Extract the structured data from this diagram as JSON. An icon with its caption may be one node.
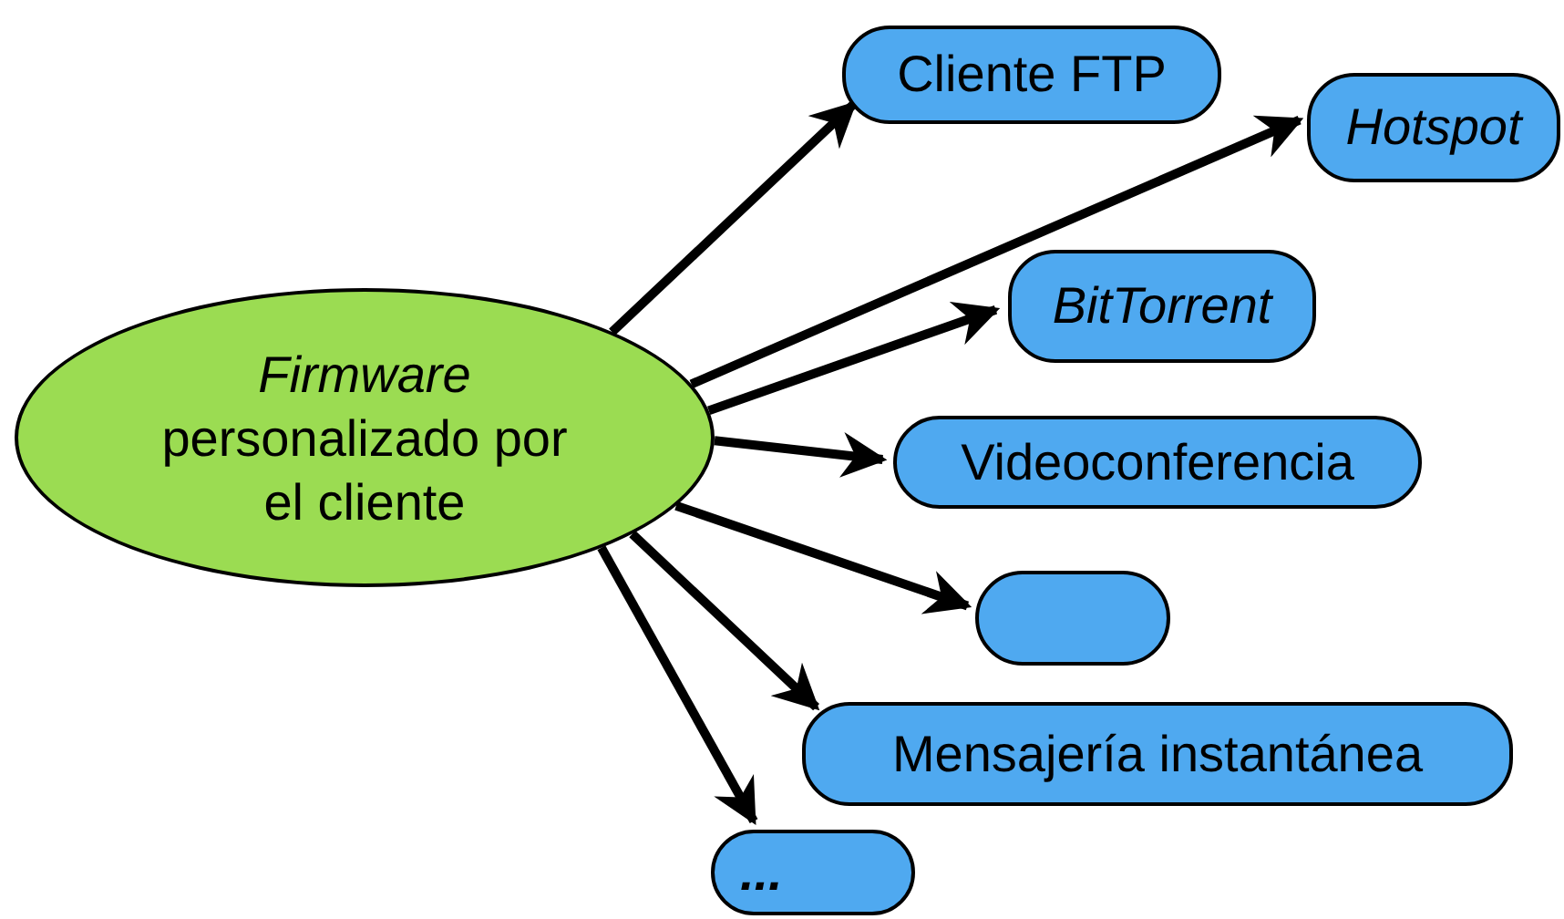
{
  "diagram": {
    "nodes": [
      {
        "text": [
          "*Firmware* personalizado por el cliente"
        ]
      },
      {
        "text": [
          "Cliente FTP"
        ]
      },
      {
        "text": [
          "Hotspot"
        ]
      },
      {
        "text": [
          "BitTorrent"
        ]
      },
      {
        "text": [
          "Videoconferencia"
        ]
      },
      {
        "text": [],
        "shape": "box"
      },
      {
        "text": [
          "Mensajería instantánea"
        ]
      },
      {
        "text": [
          "..."
        ]
      }
    ],
    "edges": [
      {
        "from": 0,
        "to": 1,
        "arrow": "to"
      },
      {
        "from": 0,
        "to": 2,
        "arrow": "to"
      },
      {
        "from": 0,
        "to": 3,
        "arrow": "to"
      },
      {
        "from": 0,
        "to": 4,
        "arrow": "to"
      },
      {
        "from": 0,
        "to": 5,
        "arrow": "to"
      },
      {
        "from": 0,
        "to": 6,
        "arrow": "to"
      },
      {
        "from": 0,
        "to": 7,
        "arrow": "to"
      }
    ]
  }
}
